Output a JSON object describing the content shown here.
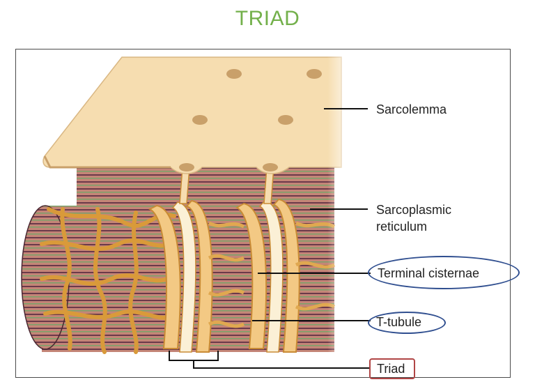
{
  "title": "TRIAD",
  "labels": {
    "sarcolemma": "Sarcolemma",
    "sr_line1": "Sarcoplasmic",
    "sr_line2": "reticulum",
    "terminal_cisternae": "Terminal cisternae",
    "t_tubule": "T-tubule",
    "triad": "Triad"
  },
  "colors": {
    "title": "#73b04b",
    "membrane": "#f6ddb0",
    "reticulum": "#f0c47e",
    "fiber": "#c98a7c",
    "highlight_oval": "#2f4e8f",
    "highlight_box": "#b04545"
  }
}
